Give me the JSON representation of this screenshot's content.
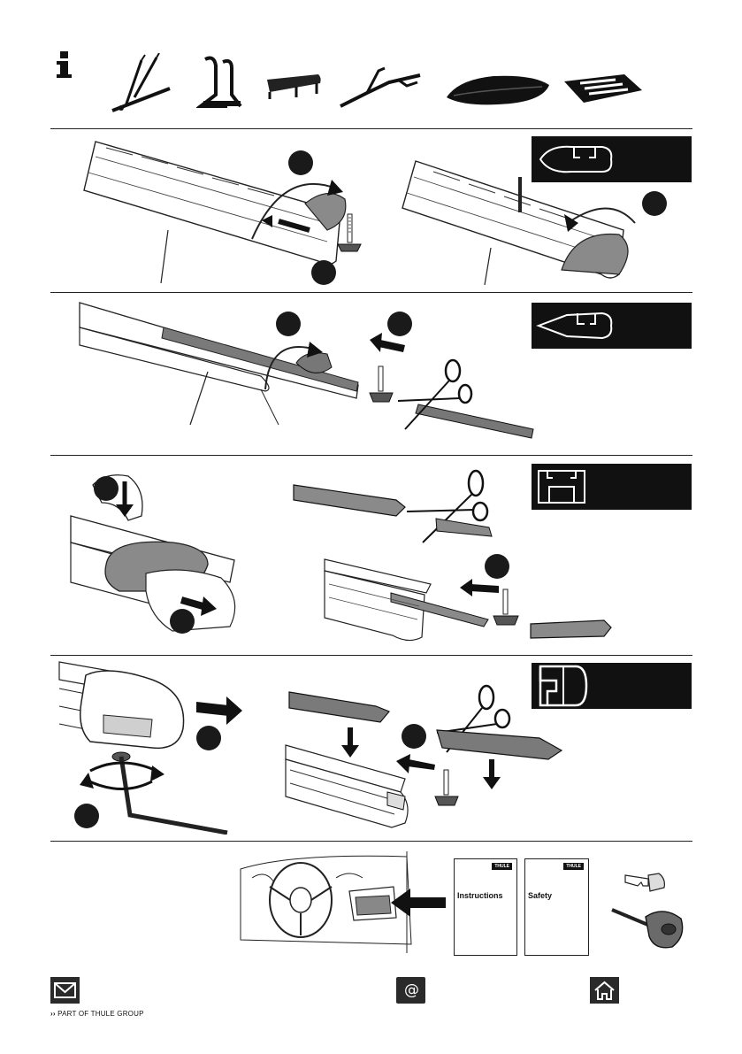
{
  "info_icon": "info-icon",
  "accessories": [
    {
      "name": "bike-carrier-icon"
    },
    {
      "name": "kayak-carrier-icon"
    },
    {
      "name": "ski-carrier-icon"
    },
    {
      "name": "bike-fork-carrier-icon"
    },
    {
      "name": "roof-box-icon"
    },
    {
      "name": "roof-basket-icon"
    }
  ],
  "documents": {
    "instructions_title": "Instructions",
    "safety_title": "Safety",
    "logo": "THULE"
  },
  "footer": {
    "part_of": "PART OF THULE GROUP",
    "mail_icon": "envelope-icon",
    "web_icon": "at-sign-icon",
    "at_glyph": "@",
    "home_icon": "home-icon"
  },
  "colors": {
    "dark": "#111111",
    "grey_part": "#8a8a8a",
    "line": "#222222"
  }
}
